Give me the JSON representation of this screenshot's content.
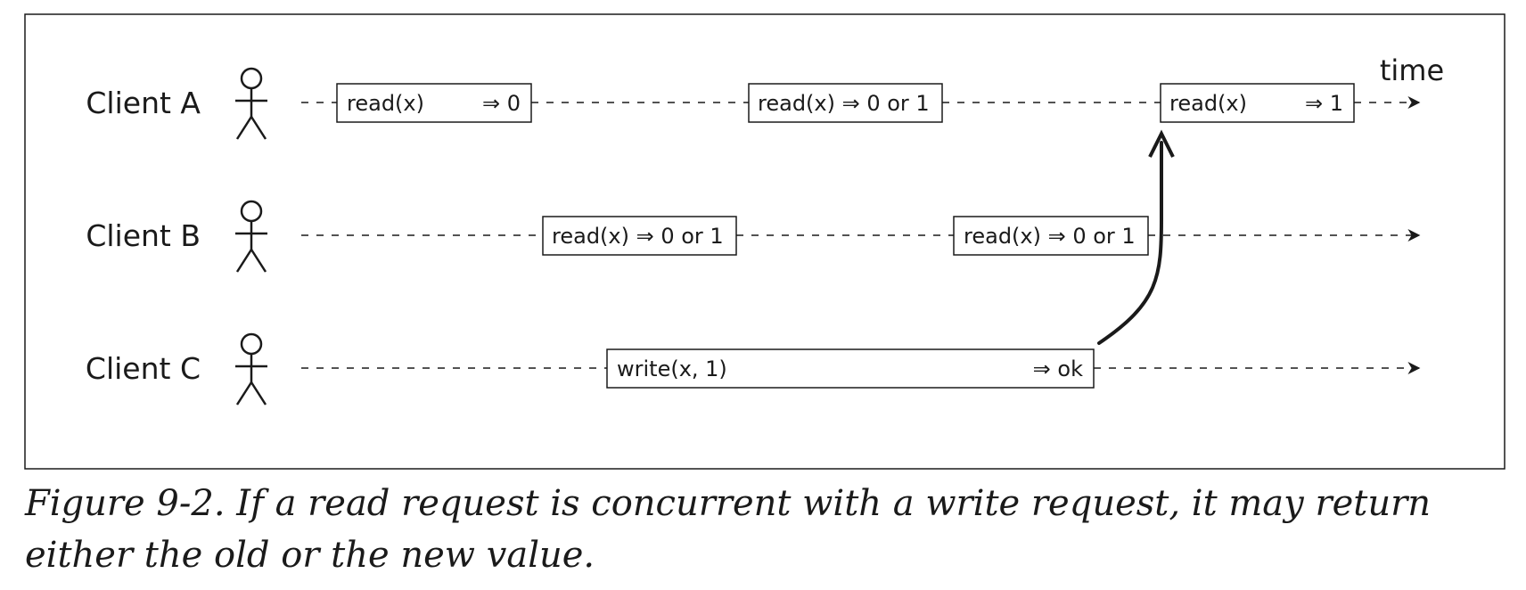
{
  "diagram": {
    "time_label": "time",
    "clients": [
      {
        "name": "Client A",
        "operations": [
          {
            "op": "read(x)",
            "result": "⇒ 0"
          },
          {
            "op": "read(x) ⇒ 0 or 1",
            "result": ""
          },
          {
            "op": "read(x)",
            "result": "⇒ 1"
          }
        ]
      },
      {
        "name": "Client B",
        "operations": [
          {
            "op": "read(x) ⇒ 0 or 1",
            "result": ""
          },
          {
            "op": "read(x) ⇒ 0 or 1",
            "result": ""
          }
        ]
      },
      {
        "name": "Client C",
        "operations": [
          {
            "op": "write(x, 1)",
            "result": "⇒ ok"
          }
        ]
      }
    ]
  },
  "caption": "Figure 9-2. If a read request is concurrent with a write request, it may return either the old or the new value."
}
